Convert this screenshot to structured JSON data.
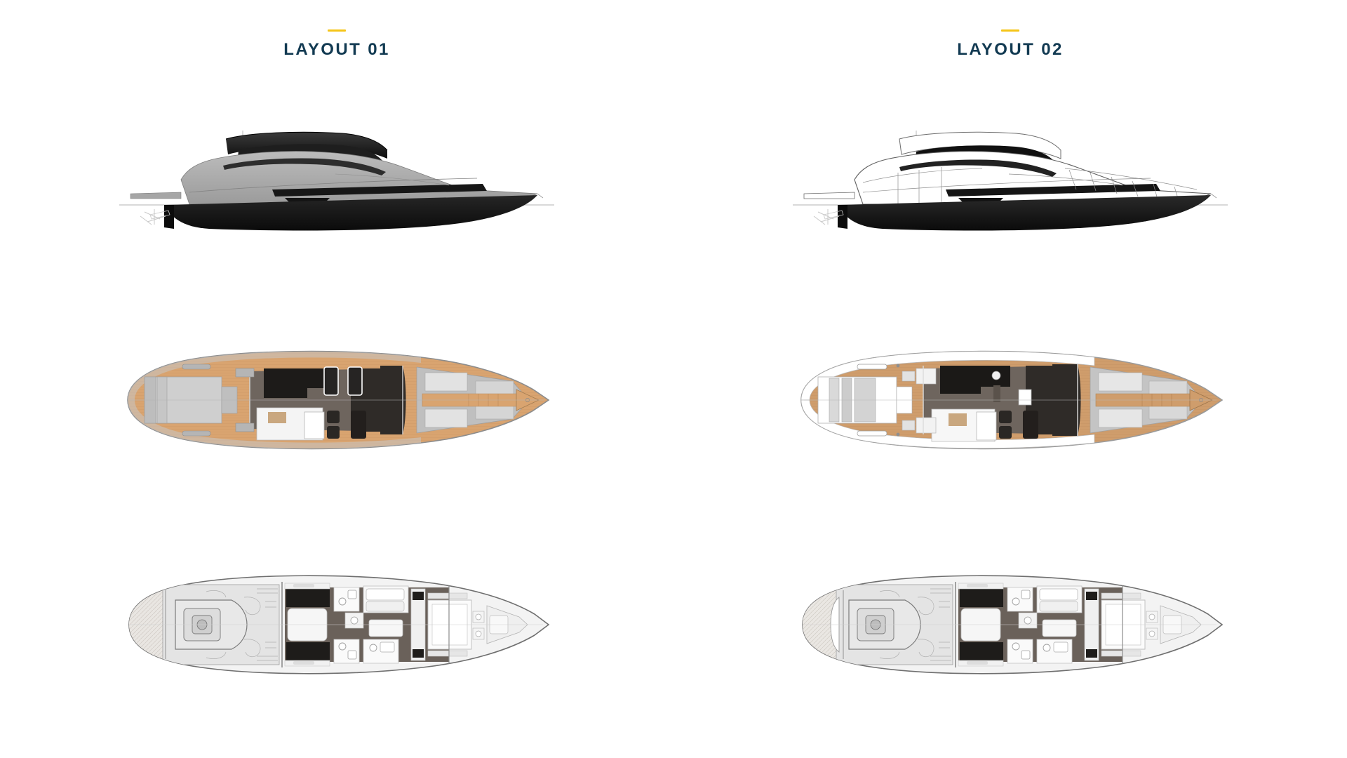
{
  "page": {
    "background_color": "#ffffff",
    "accent_color": "#f5c518",
    "title_color": "#123a52"
  },
  "columns": [
    {
      "id": "layout-01",
      "heading": {
        "title": "LAYOUT 01",
        "accent": "accent-rule"
      },
      "drawings": [
        {
          "id": "profile",
          "name": "yacht-profile-view",
          "caption": "",
          "style": "solid-shaded",
          "hull_color": "#171717",
          "superstructure_color": "#a9a9a9",
          "window_color": "#2a2a2a",
          "hardtop_color": "#1c1c1c"
        },
        {
          "id": "main-deck",
          "name": "main-deck-plan-view",
          "caption": "",
          "deck_color": "#d9a470",
          "interior_color": "#6e655e",
          "cockpit_color": "#2f2b28",
          "furniture_color": "#f2f2f2",
          "hull_outline_color": "#8c8c8c"
        },
        {
          "id": "lower-deck",
          "name": "lower-deck-plan-view",
          "caption": "",
          "floor_color": "#6a615a",
          "engine_room_color": "#dcdcdc",
          "cabin_color": "#f4f4f4",
          "hull_outline_color": "#6f6f6f"
        }
      ]
    },
    {
      "id": "layout-02",
      "heading": {
        "title": "LAYOUT 02",
        "accent": "accent-rule"
      },
      "drawings": [
        {
          "id": "profile",
          "name": "yacht-profile-view",
          "caption": "",
          "style": "line-art-white",
          "hull_color": "#171717",
          "superstructure_color": "#ffffff",
          "window_color": "#1a1a1a",
          "hardtop_color": "#ffffff"
        },
        {
          "id": "main-deck",
          "name": "main-deck-plan-view",
          "caption": "",
          "deck_color": "#cf9d6c",
          "interior_color": "#6e655e",
          "cockpit_color": "#2f2b28",
          "furniture_color": "#f7f7f7",
          "hull_outline_color": "#9a9a9a"
        },
        {
          "id": "lower-deck",
          "name": "lower-deck-plan-view",
          "caption": "",
          "floor_color": "#6a615a",
          "engine_room_color": "#dcdcdc",
          "cabin_color": "#f4f4f4",
          "hull_outline_color": "#6f6f6f"
        }
      ]
    }
  ]
}
